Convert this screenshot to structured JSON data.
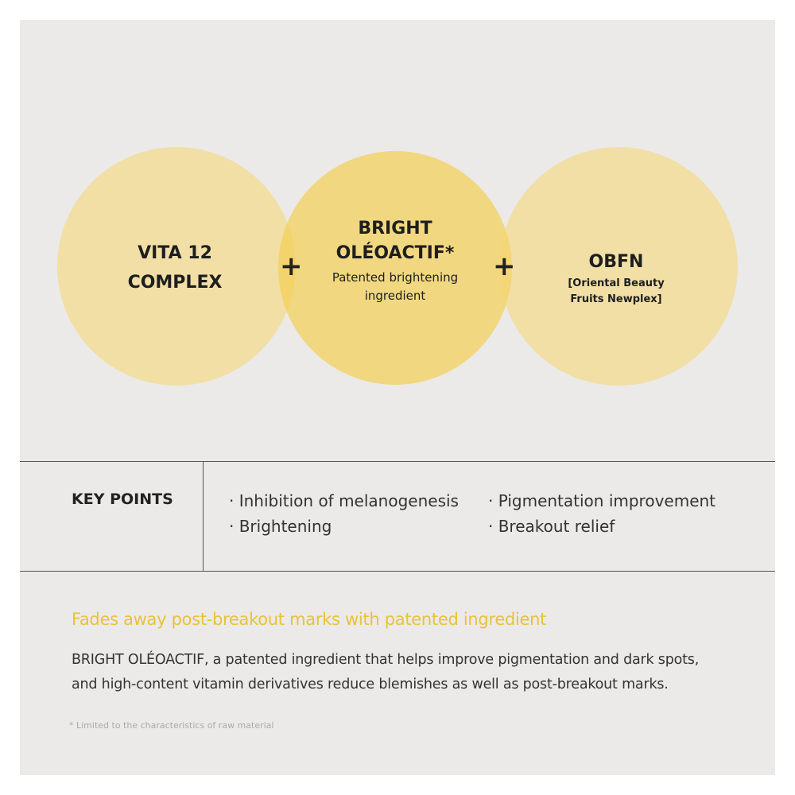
{
  "ingredients": [
    {
      "name_line1": "VITA 12",
      "name_line2": "COMPLEX"
    },
    {
      "name_line1": "BRIGHT",
      "name_line2": "OLÉOACTIF*",
      "desc_line1": "Patented brightening",
      "desc_line2": "ingredient"
    },
    {
      "name_line1": "OBFN",
      "desc_line1": "[Oriental Beauty",
      "desc_line2": "Fruits Newplex]"
    }
  ],
  "plus": "+",
  "key_points": {
    "label": "KEY POINTS",
    "items": [
      "· Inhibition of melanogenesis",
      "· Brightening",
      "· Pigmentation improvement",
      "· Breakout relief"
    ]
  },
  "headline": "Fades away post-breakout marks with patented ingredient",
  "body_line1": "BRIGHT OLÉOACTIF, a patented ingredient that helps improve pigmentation and dark spots,",
  "body_line2": "and high-content vitamin derivatives reduce blemishes as well as post-breakout marks.",
  "footnote": "* Limited to the characteristics of raw material",
  "colors": {
    "accent": "#e8c23a",
    "background": "#ebeae8"
  }
}
